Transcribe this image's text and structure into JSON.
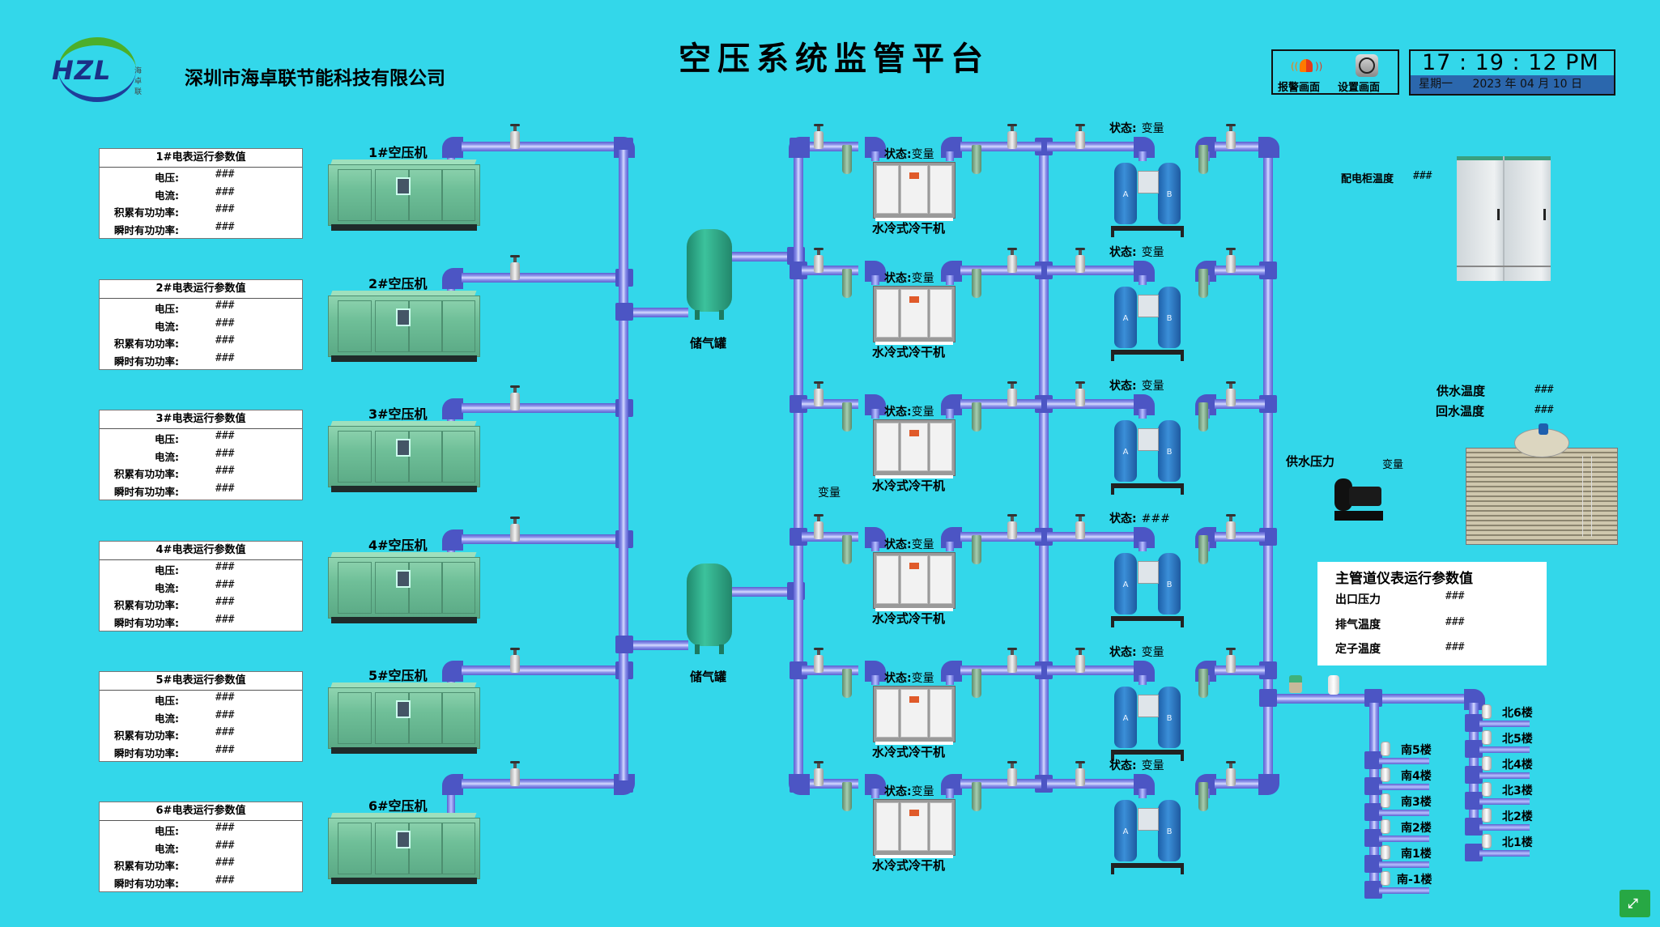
{
  "header": {
    "company": "深圳市海卓联节能科技有限公司",
    "logo_text": "HZL",
    "logo_sub": "海卓联",
    "title": "空压系统监管平台",
    "alarm_button": "报警画面",
    "settings_button": "设置画面",
    "time": "17 : 19 : 12  PM",
    "weekday": "星期一",
    "date": "2023 年 04 月 10 日"
  },
  "meters": [
    {
      "title": "1#电表运行参数值",
      "rows": [
        {
          "label": "电压:",
          "value": "###"
        },
        {
          "label": "电流:",
          "value": "###"
        },
        {
          "label": "积累有功功率:",
          "value": "###"
        },
        {
          "label": "瞬时有功功率:",
          "value": "###"
        }
      ]
    },
    {
      "title": "2#电表运行参数值",
      "rows": [
        {
          "label": "电压:",
          "value": "###"
        },
        {
          "label": "电流:",
          "value": "###"
        },
        {
          "label": "积累有功功率:",
          "value": "###"
        },
        {
          "label": "瞬时有功功率:",
          "value": "###"
        }
      ]
    },
    {
      "title": "3#电表运行参数值",
      "rows": [
        {
          "label": "电压:",
          "value": "###"
        },
        {
          "label": "电流:",
          "value": "###"
        },
        {
          "label": "积累有功功率:",
          "value": "###"
        },
        {
          "label": "瞬时有功功率:",
          "value": "###"
        }
      ]
    },
    {
      "title": "4#电表运行参数值",
      "rows": [
        {
          "label": "电压:",
          "value": "###"
        },
        {
          "label": "电流:",
          "value": "###"
        },
        {
          "label": "积累有功功率:",
          "value": "###"
        },
        {
          "label": "瞬时有功功率:",
          "value": "###"
        }
      ]
    },
    {
      "title": "5#电表运行参数值",
      "rows": [
        {
          "label": "电压:",
          "value": "###"
        },
        {
          "label": "电流:",
          "value": "###"
        },
        {
          "label": "积累有功功率:",
          "value": "###"
        },
        {
          "label": "瞬时有功功率:",
          "value": "###"
        }
      ]
    },
    {
      "title": "6#电表运行参数值",
      "rows": [
        {
          "label": "电压:",
          "value": "###"
        },
        {
          "label": "电流:",
          "value": "###"
        },
        {
          "label": "积累有功功率:",
          "value": "###"
        },
        {
          "label": "瞬时有功功率:",
          "value": "###"
        }
      ]
    }
  ],
  "compressors": [
    "1#空压机",
    "2#空压机",
    "3#空压机",
    "4#空压机",
    "5#空压机",
    "6#空压机"
  ],
  "tanks": [
    "储气罐",
    "储气罐"
  ],
  "chillers": [
    {
      "label": "水冷式冷干机",
      "status_label": "状态:",
      "status": "变量"
    },
    {
      "label": "水冷式冷干机",
      "status_label": "状态:",
      "status": "变量"
    },
    {
      "label": "水冷式冷干机",
      "status_label": "状态:",
      "status": "变量"
    },
    {
      "label": "水冷式冷干机",
      "status_label": "状态:",
      "status": "变量"
    },
    {
      "label": "水冷式冷干机",
      "status_label": "状态:",
      "status": "变量"
    },
    {
      "label": "水冷式冷干机",
      "status_label": "状态:",
      "status": "变量"
    }
  ],
  "adsorbers": [
    {
      "status_label": "状态:",
      "status": "变量"
    },
    {
      "status_label": "状态:",
      "status": "变量"
    },
    {
      "status_label": "状态:",
      "status": "变量"
    },
    {
      "status_label": "状态:",
      "status": "###"
    },
    {
      "status_label": "状态:",
      "status": "变量"
    },
    {
      "status_label": "状态:",
      "status": "变量"
    }
  ],
  "loose_variable": "变量",
  "cabinet": {
    "label": "配电柜温度",
    "value": "###"
  },
  "cooling_tower": {
    "supply_temp_label": "供水温度",
    "supply_temp_value": "###",
    "return_temp_label": "回水温度",
    "return_temp_value": "###"
  },
  "pump": {
    "label": "供水压力",
    "value": "变量"
  },
  "main_pipe_panel": {
    "title": "主管道仪表运行参数值",
    "rows": [
      {
        "label": "出口压力",
        "value": "###"
      },
      {
        "label": "排气温度",
        "value": "###"
      },
      {
        "label": "定子温度",
        "value": "###"
      }
    ]
  },
  "floors_south": [
    "南5楼",
    "南4楼",
    "南3楼",
    "南2楼",
    "南1楼",
    "南-1楼"
  ],
  "floors_north": [
    "北6楼",
    "北5楼",
    "北4楼",
    "北3楼",
    "北2楼",
    "北1楼"
  ],
  "adsorber_tags": [
    "A",
    "B"
  ]
}
